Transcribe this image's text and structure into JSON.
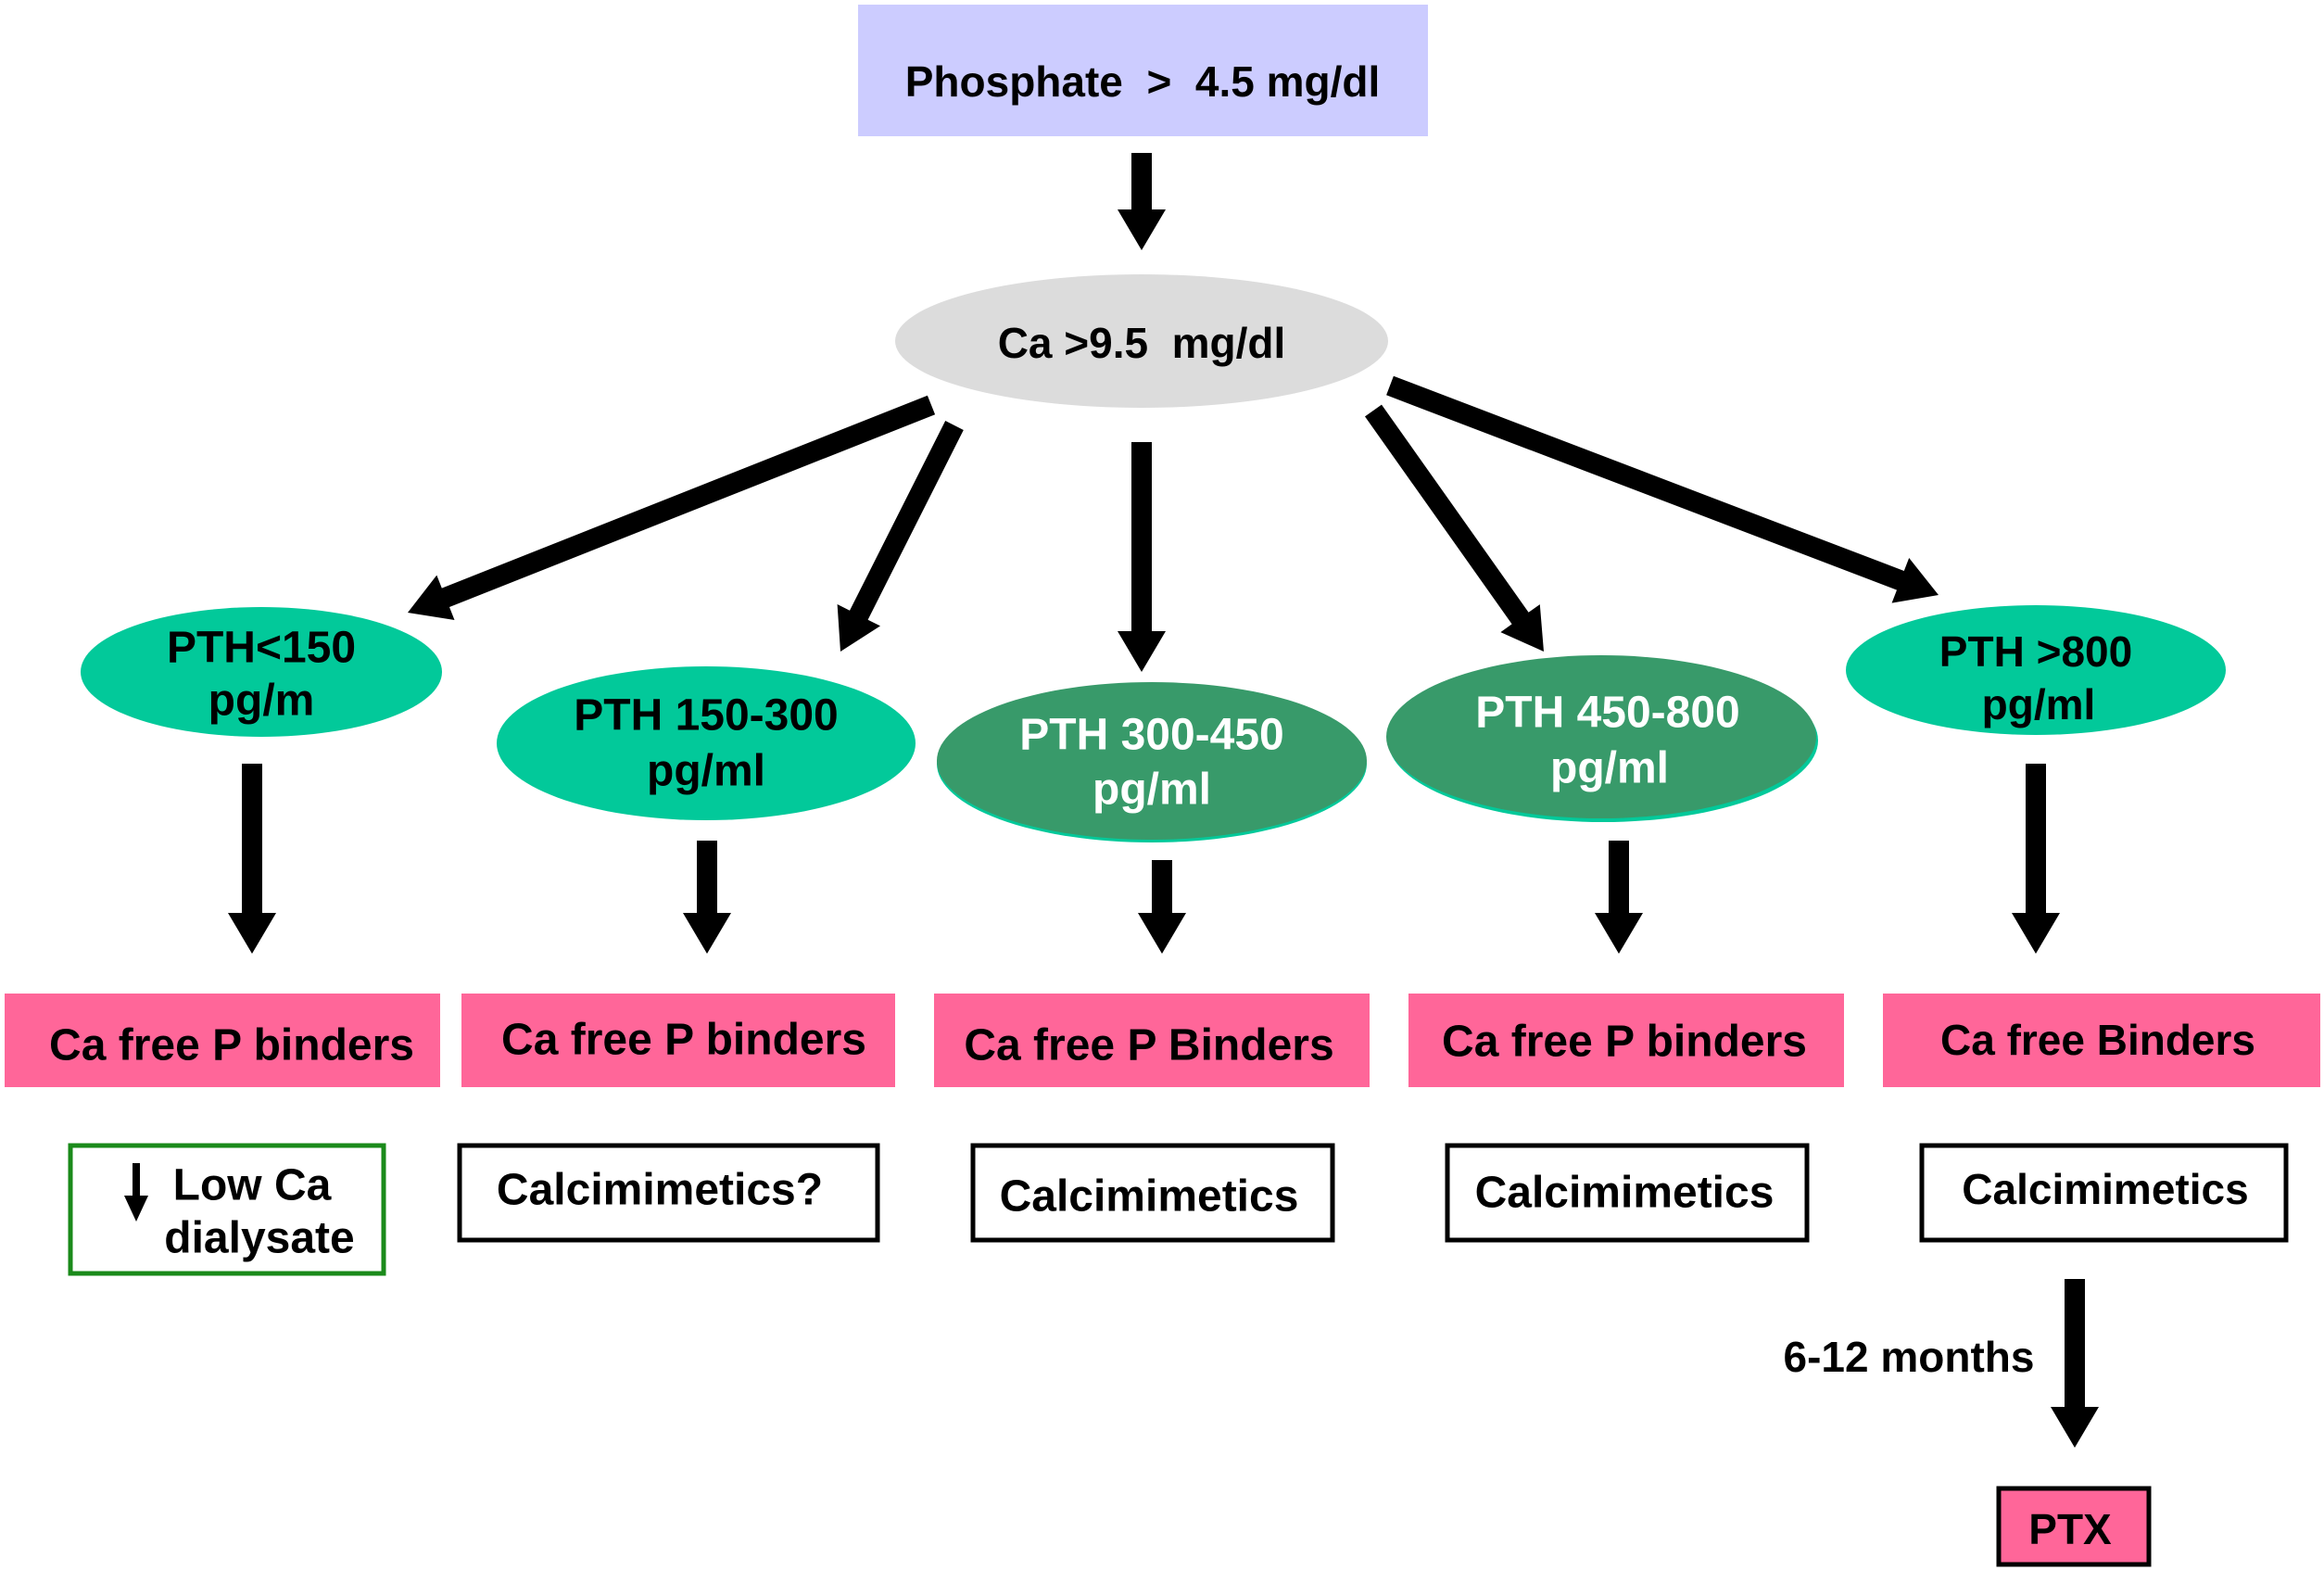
{
  "diagram": {
    "root": {
      "label": "Phosphate  >  4.5 mg/dl"
    },
    "calcium": {
      "label": "Ca >9.5  mg/dl"
    },
    "branches": [
      {
        "pth_line1": "PTH<150",
        "pth_line2": "pg/m",
        "binder": "Ca free P binders",
        "therapy_icon": "down-arrow-icon",
        "therapy_line1": "Low Ca",
        "therapy_line2": "dialysate"
      },
      {
        "pth_line1": "PTH 150-300",
        "pth_line2": "pg/ml",
        "binder": "Ca free P binders",
        "therapy": "Calcimimetics?"
      },
      {
        "pth_line1": "PTH 300-450",
        "pth_line2": "pg/ml",
        "binder": "Ca free P Binders",
        "therapy": "Calcimimetics"
      },
      {
        "pth_line1": "PTH 450-800",
        "pth_line2": "pg/ml",
        "binder": "Ca free P binders",
        "therapy": "Calcimimetics"
      },
      {
        "pth_line1": "PTH >800",
        "pth_line2": "pg/ml",
        "binder": "Ca free Binders",
        "therapy": "Calcimimetics"
      }
    ],
    "escalation": {
      "interval": "6-12 months",
      "outcome": "PTX"
    }
  },
  "colors": {
    "root_fill": "#ccccff",
    "calcium_fill": "#dcdcdc",
    "pth_light_fill": "#02c99a",
    "pth_dark_fill": "#389a6a",
    "binder_fill": "#ff6699",
    "low_ca_border": "#1a8a1a",
    "therapy_border": "#000000"
  }
}
